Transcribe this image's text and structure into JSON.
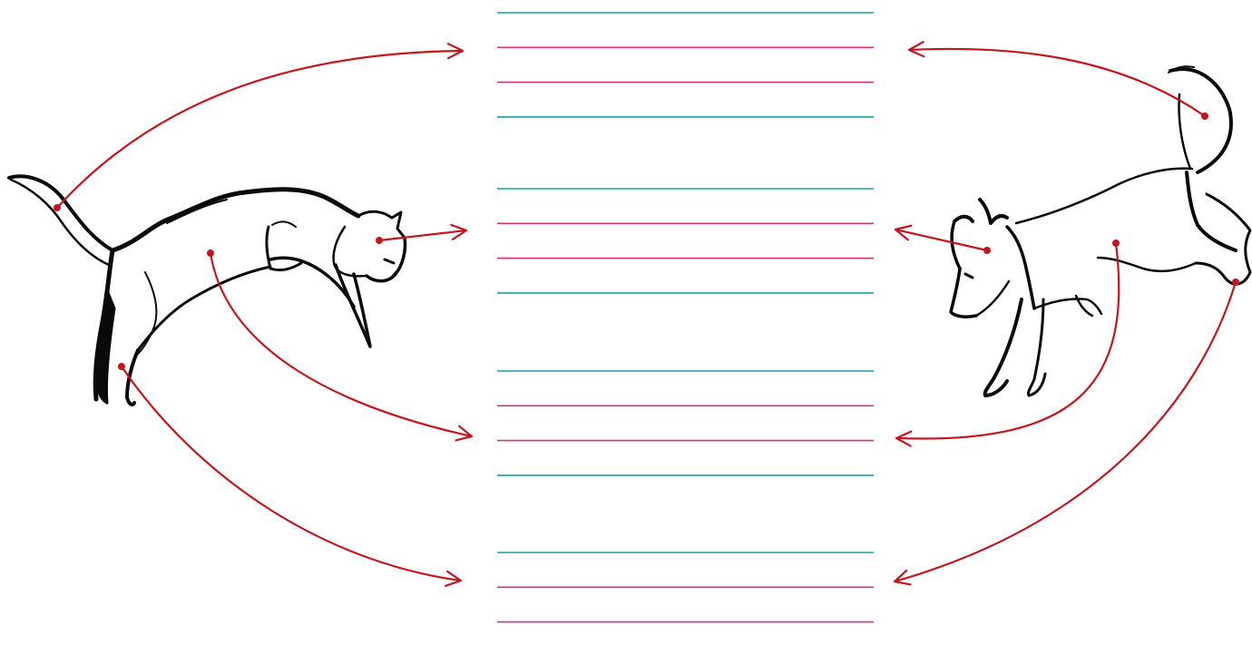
{
  "colors": {
    "background": "#ffffff",
    "arrow": "#c4161c",
    "line_teal": "#1aa0a0",
    "line_magenta": "#d6337a",
    "sketch": "#0a0a0a"
  },
  "illustrations": {
    "left": "cat-sketch",
    "right": "dog-sketch"
  },
  "writing_blocks": [
    {
      "lines": [
        "teal",
        "magenta",
        "magenta",
        "teal"
      ]
    },
    {
      "lines": [
        "teal",
        "magenta",
        "magenta",
        "teal"
      ]
    },
    {
      "lines": [
        "teal",
        "magenta",
        "magenta",
        "teal"
      ]
    },
    {
      "lines": [
        "teal",
        "magenta",
        "magenta"
      ]
    }
  ],
  "connectors": [
    {
      "from": "cat-tail",
      "to_block": 1
    },
    {
      "from": "cat-head",
      "to_block": 2
    },
    {
      "from": "cat-body",
      "to_block": 3
    },
    {
      "from": "cat-hind-leg",
      "to_block": 4
    },
    {
      "from": "dog-tail",
      "to_block": 1
    },
    {
      "from": "dog-head",
      "to_block": 2
    },
    {
      "from": "dog-body",
      "to_block": 3
    },
    {
      "from": "dog-hind-leg",
      "to_block": 4
    }
  ]
}
